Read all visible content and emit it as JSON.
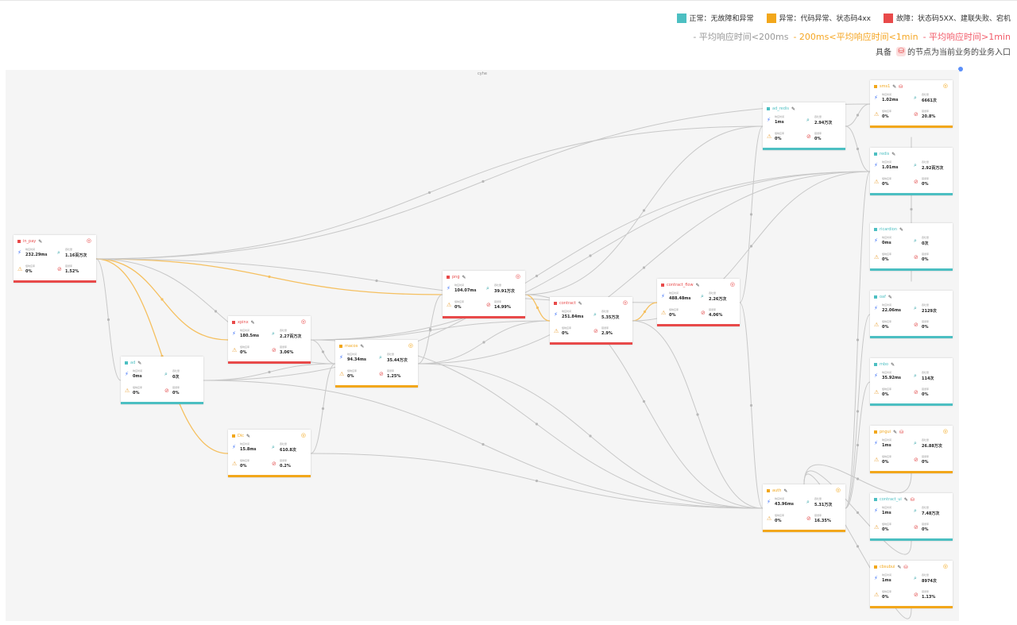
{
  "legend": {
    "status": [
      {
        "label": "正常：无故障和异常",
        "color": "#4cbfc2"
      },
      {
        "label": "异常：代码异常、状态码4xx",
        "color": "#f2a71b"
      },
      {
        "label": "故障：状态码5XX、建联失败、宕机",
        "color": "#e84a4a"
      }
    ],
    "latency": [
      {
        "label": "- 平均响应时间<200ms",
        "color": "#999999"
      },
      {
        "label": "- 200ms<平均响应时间<1min",
        "color": "#f5a623"
      },
      {
        "label": "- 平均响应时间>1min",
        "color": "#f25c6a"
      }
    ],
    "entry_note_prefix": "具备",
    "entry_note_suffix": "的节点为当前业务的业务入口"
  },
  "canvas": {
    "title": "cyhe"
  },
  "metric_labels": {
    "rt": "响应时间",
    "tp": "吞吐量",
    "sr": "慢响应率",
    "er": "错误率"
  },
  "colors": {
    "normal": "#4cbfc2",
    "warning": "#f2a71b",
    "fault": "#e84a4a",
    "edge_gray": "#c8c8c8",
    "edge_orange": "#f5c060"
  },
  "nodes": [
    {
      "id": "in_pay",
      "name": "in_pay",
      "status": "fault",
      "entry": false,
      "alert": true,
      "rt": "232.29ms",
      "tp": "1.16百万次",
      "sr": "0%",
      "er": "1.52%"
    },
    {
      "id": "ad",
      "name": "ad",
      "status": "normal",
      "entry": false,
      "alert": false,
      "rt": "0ms",
      "tp": "0次",
      "sr": "0%",
      "er": "0%"
    },
    {
      "id": "xpinx",
      "name": "xpinx",
      "status": "fault",
      "entry": false,
      "alert": true,
      "rt": "180.5ms",
      "tp": "2.27百万次",
      "sr": "0%",
      "er": "3.06%"
    },
    {
      "id": "dic",
      "name": "Dic",
      "status": "warning",
      "entry": false,
      "alert": true,
      "rt": "15.8ms",
      "tp": "610.8次",
      "sr": "0%",
      "er": "0.2%"
    },
    {
      "id": "macos",
      "name": "macos",
      "status": "warning",
      "entry": false,
      "alert": true,
      "rt": "94.34ms",
      "tp": "35.44万次",
      "sr": "0%",
      "er": "1.25%"
    },
    {
      "id": "png",
      "name": "png",
      "status": "fault",
      "entry": false,
      "alert": true,
      "rt": "104.07ms",
      "tp": "39.91万次",
      "sr": "0%",
      "er": "14.99%"
    },
    {
      "id": "contract",
      "name": "contract",
      "status": "fault",
      "entry": false,
      "alert": true,
      "rt": "251.84ms",
      "tp": "5.35万次",
      "sr": "0%",
      "er": "2.9%"
    },
    {
      "id": "contract_flow",
      "name": "contract_flow",
      "status": "fault",
      "entry": false,
      "alert": true,
      "rt": "488.48ms",
      "tp": "2.26万次",
      "sr": "0%",
      "er": "4.06%"
    },
    {
      "id": "ad_redis",
      "name": "ad_redis",
      "status": "normal",
      "entry": false,
      "alert": false,
      "rt": "1ms",
      "tp": "2.94万次",
      "sr": "0%",
      "er": "0%"
    },
    {
      "id": "auth",
      "name": "auth",
      "status": "warning",
      "entry": false,
      "alert": true,
      "rt": "43.96ms",
      "tp": "5.31万次",
      "sr": "0%",
      "er": "16.35%"
    },
    {
      "id": "sms",
      "name": "sms1",
      "status": "warning",
      "entry": true,
      "alert": true,
      "rt": "1.02ms",
      "tp": "6661次",
      "sr": "0%",
      "er": "20.8%"
    },
    {
      "id": "redis",
      "name": "redis",
      "status": "normal",
      "entry": false,
      "alert": false,
      "rt": "1.01ms",
      "tp": "2.92百万次",
      "sr": "0%",
      "er": "0%"
    },
    {
      "id": "ricardion",
      "name": "ricardion",
      "status": "normal",
      "entry": false,
      "alert": false,
      "rt": "0ms",
      "tp": "0次",
      "sr": "0%",
      "er": "0%"
    },
    {
      "id": "oaf",
      "name": "oaf",
      "status": "normal",
      "entry": false,
      "alert": false,
      "rt": "22.06ms",
      "tp": "2129次",
      "sr": "0%",
      "er": "0%"
    },
    {
      "id": "mbo",
      "name": "mbo",
      "status": "normal",
      "entry": false,
      "alert": false,
      "rt": "35.92ms",
      "tp": "114次",
      "sr": "0%",
      "er": "0%"
    },
    {
      "id": "pngui",
      "name": "pngui",
      "status": "warning",
      "entry": true,
      "alert": true,
      "rt": "1ms",
      "tp": "26.88万次",
      "sr": "0%",
      "er": "0%"
    },
    {
      "id": "contract_ui",
      "name": "contract_ui",
      "status": "normal",
      "entry": true,
      "alert": false,
      "rt": "1ms",
      "tp": "7.48万次",
      "sr": "0%",
      "er": "0%"
    },
    {
      "id": "cbsui",
      "name": "cbsubui",
      "status": "warning",
      "entry": true,
      "alert": true,
      "rt": "1ms",
      "tp": "8974次",
      "sr": "0%",
      "er": "1.13%"
    }
  ],
  "edges": [
    {
      "from": "in_pay",
      "to": "png",
      "kind": "orange"
    },
    {
      "from": "in_pay",
      "to": "xpinx",
      "kind": "orange"
    },
    {
      "from": "in_pay",
      "to": "dic",
      "kind": "orange"
    },
    {
      "from": "in_pay",
      "to": "ad",
      "kind": "gray"
    },
    {
      "from": "in_pay",
      "to": "macos",
      "kind": "gray"
    },
    {
      "from": "in_pay",
      "to": "contract_flow",
      "kind": "gray"
    },
    {
      "from": "in_pay",
      "to": "sms",
      "kind": "gray"
    },
    {
      "from": "in_pay",
      "to": "ad_redis",
      "kind": "gray"
    },
    {
      "from": "ad",
      "to": "redis",
      "kind": "gray"
    },
    {
      "from": "ad",
      "to": "auth",
      "kind": "gray"
    },
    {
      "from": "ad",
      "to": "macos",
      "kind": "gray"
    },
    {
      "from": "xpinx",
      "to": "macos",
      "kind": "gray"
    },
    {
      "from": "xpinx",
      "to": "auth",
      "kind": "gray"
    },
    {
      "from": "xpinx",
      "to": "redis",
      "kind": "gray"
    },
    {
      "from": "xpinx",
      "to": "contract",
      "kind": "gray"
    },
    {
      "from": "dic",
      "to": "macos",
      "kind": "gray"
    },
    {
      "from": "dic",
      "to": "auth",
      "kind": "gray"
    },
    {
      "from": "macos",
      "to": "png",
      "kind": "gray"
    },
    {
      "from": "macos",
      "to": "contract",
      "kind": "gray"
    },
    {
      "from": "macos",
      "to": "auth",
      "kind": "gray"
    },
    {
      "from": "macos",
      "to": "redis",
      "kind": "gray"
    },
    {
      "from": "png",
      "to": "contract",
      "kind": "orange"
    },
    {
      "from": "png",
      "to": "auth",
      "kind": "gray"
    },
    {
      "from": "png",
      "to": "ad_redis",
      "kind": "gray"
    },
    {
      "from": "contract",
      "to": "contract_flow",
      "kind": "orange"
    },
    {
      "from": "contract",
      "to": "auth",
      "kind": "gray"
    },
    {
      "from": "contract",
      "to": "redis",
      "kind": "gray"
    },
    {
      "from": "contract_flow",
      "to": "ad_redis",
      "kind": "gray"
    },
    {
      "from": "contract_flow",
      "to": "auth",
      "kind": "gray"
    },
    {
      "from": "ad_redis",
      "to": "sms",
      "kind": "gray"
    },
    {
      "from": "ad_redis",
      "to": "redis",
      "kind": "gray"
    },
    {
      "from": "auth",
      "to": "redis",
      "kind": "gray"
    },
    {
      "from": "auth",
      "to": "oaf",
      "kind": "gray"
    },
    {
      "from": "auth",
      "to": "mbo",
      "kind": "gray"
    },
    {
      "from": "pngui",
      "to": "auth",
      "kind": "gray"
    },
    {
      "from": "contract_ui",
      "to": "auth",
      "kind": "gray"
    },
    {
      "from": "cbsui",
      "to": "auth",
      "kind": "gray"
    },
    {
      "from": "ricardion",
      "to": "redis",
      "kind": "gray"
    }
  ]
}
